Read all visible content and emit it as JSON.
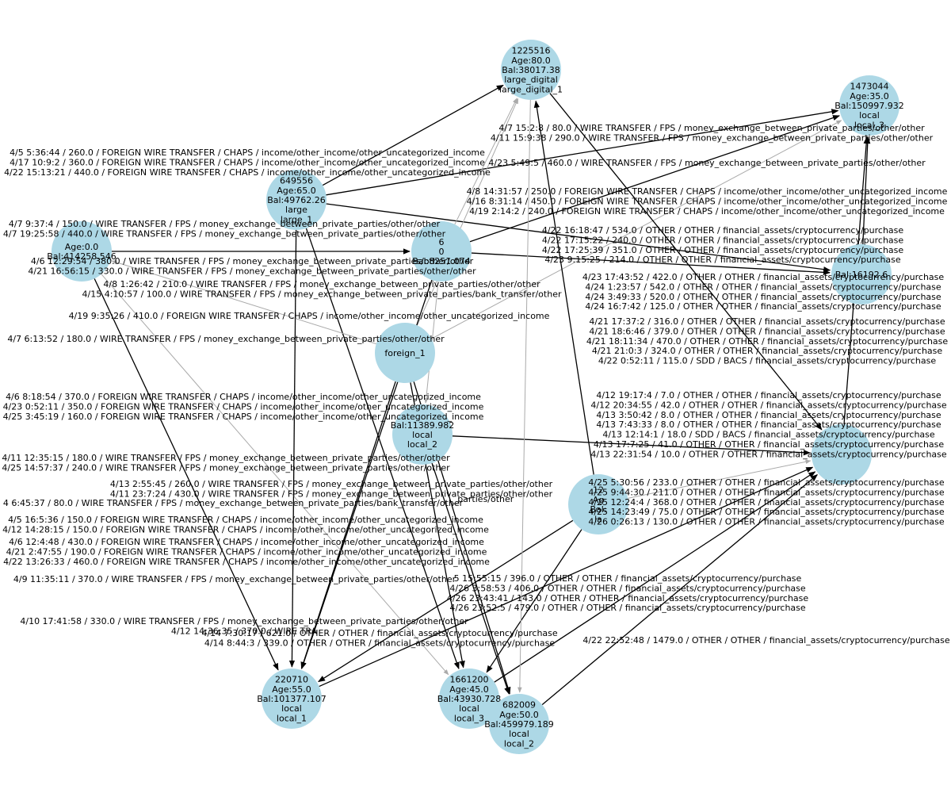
{
  "colors": {
    "node_fill": "#add8e6",
    "edge_dark": "#000000",
    "edge_light": "#aaaaaa",
    "text": "#000000"
  },
  "nodes": [
    {
      "id": "1225516",
      "lines": [
        "1225516",
        "Age:80.0",
        "Bal:38017.38",
        "large_digital",
        "large_digital_1"
      ]
    },
    {
      "id": "1473044",
      "lines": [
        "1473044",
        "Age:35.0",
        "Bal:150997.932",
        "local",
        "local_3"
      ]
    },
    {
      "id": "649556",
      "lines": [
        "649556",
        "Age:65.0",
        "Bal:49762.26",
        "large",
        "large_1"
      ]
    },
    {
      "id": "n_left",
      "lines": [
        "Age:0.0",
        "Bal:414258.546"
      ]
    },
    {
      "id": "n_mid",
      "lines": [
        "6",
        "0",
        "Bal:8251.074"
      ]
    },
    {
      "id": "n_right_mid",
      "lines": [
        "Bal:16192.6"
      ]
    },
    {
      "id": "n_foreign",
      "lines": [
        "foreign_1"
      ]
    },
    {
      "id": "n_local2",
      "lines": [
        "Bal:11389.982",
        "local",
        "local_2"
      ]
    },
    {
      "id": "n_bottom_mid",
      "lines": [
        "12",
        "Ag",
        "Bal:",
        "la"
      ]
    },
    {
      "id": "n_right_low",
      "lines": []
    },
    {
      "id": "220710",
      "lines": [
        "220710",
        "Age:55.0",
        "Bal:101377.107",
        "local",
        "local_1"
      ]
    },
    {
      "id": "1661200",
      "lines": [
        "1661200",
        "Age:45.0",
        "Bal:43930.728",
        "local",
        "local_3"
      ]
    },
    {
      "id": "682009",
      "lines": [
        "682009",
        "Age:50.0",
        "Bal:459979.189",
        "local",
        "local_2"
      ]
    }
  ],
  "edge_labels": [
    {
      "id": "e1",
      "lines": [
        "4/7 15:2:8 / 80.0 / WIRE TRANSFER / FPS / money_exchange_between_private_parties/other/other",
        "4/11 15:9:38 / 290.0 / WIRE TRANSFER / FPS / money_exchange_between_private_parties/other/other"
      ]
    },
    {
      "id": "e2",
      "lines": [
        "4/5 5:36:44 / 260.0 / FOREIGN WIRE TRANSFER / CHAPS / income/other_income/other_uncategorized_income",
        "4/17 10:9:2 / 360.0 / FOREIGN WIRE TRANSFER / CHAPS / income/other_income/other_uncategorized_income",
        "4/22 15:13:21 / 440.0 / FOREIGN WIRE TRANSFER / CHAPS / income/other_income/other_uncategorized_income"
      ]
    },
    {
      "id": "e3",
      "lines": [
        "4/23 5:49:5 / 460.0 / WIRE TRANSFER / FPS / money_exchange_between_private_parties/other/other"
      ]
    },
    {
      "id": "e4",
      "lines": [
        "4/8 14:31:57 / 250.0 / FOREIGN WIRE TRANSFER / CHAPS / income/other_income/other_uncategorized_income",
        "4/16 8:31:14 / 450.0 / FOREIGN WIRE TRANSFER / CHAPS / income/other_income/other_uncategorized_income",
        "4/19 2:14:2 / 240.0 / FOREIGN WIRE TRANSFER / CHAPS / income/other_income/other_uncategorized_income"
      ]
    },
    {
      "id": "e5",
      "lines": [
        "4/7 9:37:4 / 150.0 / WIRE TRANSFER / FPS / money_exchange_between_private_parties/other/other",
        "4/7 19:25:58 / 440.0 / WIRE TRANSFER / FPS / money_exchange_between_private_parties/other/other"
      ]
    },
    {
      "id": "e6",
      "lines": [
        "4/22 16:18:47 / 534.0 / OTHER / OTHER / financial_assets/cryptocurrency/purchase",
        "4/22 17:15:22 / 240.0 / OTHER / OTHER / financial_assets/cryptocurrency/purchase",
        "4/22 17:25:39 / 351.0 / OTHER / OTHER / financial_assets/cryptocurrency/purchase",
        "4/23 9:15:25 / 214.0 / OTHER / OTHER / financial_assets/cryptocurrency/purchase"
      ]
    },
    {
      "id": "e7",
      "lines": [
        "4/6 12:29:54 / 380.0 / WIRE TRANSFER / FPS / money_exchange_between_private_parties/other/other",
        "4/21 16:56:15 / 330.0 / WIRE TRANSFER / FPS / money_exchange_between_private_parties/other/other"
      ]
    },
    {
      "id": "e8",
      "lines": [
        "4/23 17:43:52 / 422.0 / OTHER / OTHER / financial_assets/cryptocurrency/purchase",
        "4/24 1:23:57 / 542.0 / OTHER / OTHER / financial_assets/cryptocurrency/purchase",
        "4/24 3:49:33 / 520.0 / OTHER / OTHER / financial_assets/cryptocurrency/purchase",
        "4/24 16:7:42 / 125.0 / OTHER / OTHER / financial_assets/cryptocurrency/purchase"
      ]
    },
    {
      "id": "e9",
      "lines": [
        "4/8 1:26:42 / 210.0 / WIRE TRANSFER / FPS / money_exchange_between_private_parties/other/other",
        "4/15 4:10:57 / 100.0 / WIRE TRANSFER / FPS / money_exchange_between_private_parties/bank_transfer/other"
      ]
    },
    {
      "id": "e10",
      "lines": [
        "4/19 9:35:26 / 410.0 / FOREIGN WIRE TRANSFER / CHAPS / income/other_income/other_uncategorized_income"
      ]
    },
    {
      "id": "e11",
      "lines": [
        "4/21 17:37:2 / 316.0 / OTHER / OTHER / financial_assets/cryptocurrency/purchase",
        "4/21 18:6:46 / 379.0 / OTHER / OTHER / financial_assets/cryptocurrency/purchase",
        "4/21 18:11:34 / 470.0 / OTHER / OTHER / financial_assets/cryptocurrency/purchase",
        "4/21 21:0:3 / 324.0 / OTHER / OTHER / financial_assets/cryptocurrency/purchase",
        "4/22 0:52:11 / 115.0 / SDD / BACS / financial_assets/cryptocurrency/purchase"
      ]
    },
    {
      "id": "e12",
      "lines": [
        "4/7 6:13:52 / 180.0 / WIRE TRANSFER / FPS / money_exchange_between_private_parties/other/other"
      ]
    },
    {
      "id": "e13",
      "lines": [
        "4/6 8:18:54 / 370.0 / FOREIGN WIRE TRANSFER / CHAPS / income/other_income/other_uncategorized_income",
        "4/23 0:52:11 / 350.0 / FOREIGN WIRE TRANSFER / CHAPS / income/other_income/other_uncategorized_income",
        "4/25 3:45:19 / 160.0 / FOREIGN WIRE TRANSFER / CHAPS / income/other_income/other_uncategorized_income"
      ]
    },
    {
      "id": "e14",
      "lines": [
        "4/12 19:17:4 / 7.0 / OTHER / OTHER / financial_assets/cryptocurrency/purchase",
        "4/12 20:34:55 / 42.0 / OTHER / OTHER / financial_assets/cryptocurrency/purchase",
        "4/13 3:50:42 / 8.0 / OTHER / OTHER / financial_assets/cryptocurrency/purchase",
        "4/13 7:43:33 / 8.0 / OTHER / OTHER / financial_assets/cryptocurrency/purchase",
        "4/13 12:14:1 / 18.0 / SDD / BACS / financial_assets/cryptocurrency/purchase",
        "4/13 17:7:25 / 41.0 / OTHER / OTHER / financial_assets/cryptocurrency/purchase",
        "4/13 22:31:54 / 10.0 / OTHER / OTHER / financial_assets/cryptocurrency/purchase"
      ]
    },
    {
      "id": "e15",
      "lines": [
        "4/11 12:35:15 / 180.0 / WIRE TRANSFER / FPS / money_exchange_between_private_parties/other/other",
        "4/25 14:57:37 / 240.0 / WIRE TRANSFER / FPS / money_exchange_between_private_parties/other/other"
      ]
    },
    {
      "id": "e16",
      "lines": [
        "4/13 2:55:45 / 260.0 / WIRE TRANSFER / FPS / money_exchange_between_private_parties/other/other",
        "4/11 23:7:24 / 430.0 / WIRE TRANSFER / FPS / money_exchange_between_private_parties/other/other"
      ]
    },
    {
      "id": "e17",
      "lines": [
        "4 6:45:37 / 80.0 / WIRE TRANSFER / FPS / money_exchange_between_private_parties/bank_transfer/other"
      ]
    },
    {
      "id": "e18",
      "lines": [
        "4/25 5:30:56 / 233.0 / OTHER / OTHER / financial_assets/cryptocurrency/purchase",
        "4/25 9:44:30 / 211.0 / OTHER / OTHER / financial_assets/cryptocurrency/purchase",
        "4/25 12:24:4 / 368.0 / OTHER / OTHER / financial_assets/cryptocurrency/purchase",
        "4/25 14:23:49 / 75.0 / OTHER / OTHER / financial_assets/cryptocurrency/purchase",
        "4/26 0:26:13 / 130.0 / OTHER / OTHER / financial_assets/cryptocurrency/purchase"
      ]
    },
    {
      "id": "e19",
      "lines": [
        "4/5 16:5:36 / 150.0 / FOREIGN WIRE TRANSFER / CHAPS / income/other_income/other_uncategorized_income",
        "4/12 14:28:15 / 150.0 / FOREIGN WIRE TRANSFER / CHAPS / income/other_income/other_uncategorized_income"
      ]
    },
    {
      "id": "e20",
      "lines": [
        "4/6 12:4:48 / 430.0 / FOREIGN WIRE TRANSFER / CHAPS / income/other_income/other_uncategorized_income",
        "4/21 2:47:55 / 190.0 / FOREIGN WIRE TRANSFER / CHAPS / income/other_income/other_uncategorized_income",
        "4/22 13:26:33 / 460.0 / FOREIGN WIRE TRANSFER / CHAPS / income/other_income/other_uncategorized_income"
      ]
    },
    {
      "id": "e21",
      "lines": [
        "4/9 11:35:11 / 370.0 / WIRE TRANSFER / FPS / money_exchange_between_private_parties/other/other"
      ]
    },
    {
      "id": "e22",
      "lines": [
        "5 15:55:15 / 396.0 / OTHER / OTHER / financial_assets/cryptocurrency/purchase",
        "4/26 3:58:53 / 406.0 / OTHER / OTHER / financial_assets/cryptocurrency/purchase",
        "4/26 23:43:41 / 143.0 / OTHER / OTHER / financial_assets/cryptocurrency/purchase",
        "4/26 23:52:5 / 479.0 / OTHER / OTHER / financial_assets/cryptocurrency/purchase"
      ]
    },
    {
      "id": "e23",
      "lines": [
        "4/10 17:41:58 / 330.0 / WIRE TRANSFER / FPS / money_exchange_between_private_parties/other/other",
        "4/12 14:36:35 / 370.0 / WIRE TRA"
      ]
    },
    {
      "id": "e24",
      "lines": [
        "4/14 7:30:17 / 621.0 / OTHER / OTHER / financial_assets/cryptocurrency/purchase",
        "4/14 8:44:3 / 339.0 / OTHER / OTHER / financial_assets/cryptocurrency/purchase"
      ]
    },
    {
      "id": "e25",
      "lines": [
        "4/22 22:52:48 / 1479.0 / OTHER / OTHER / financial_assets/cryptocurrency/purchase"
      ]
    },
    {
      "id": "e26",
      "lines": [
        "_parties/other"
      ]
    }
  ]
}
